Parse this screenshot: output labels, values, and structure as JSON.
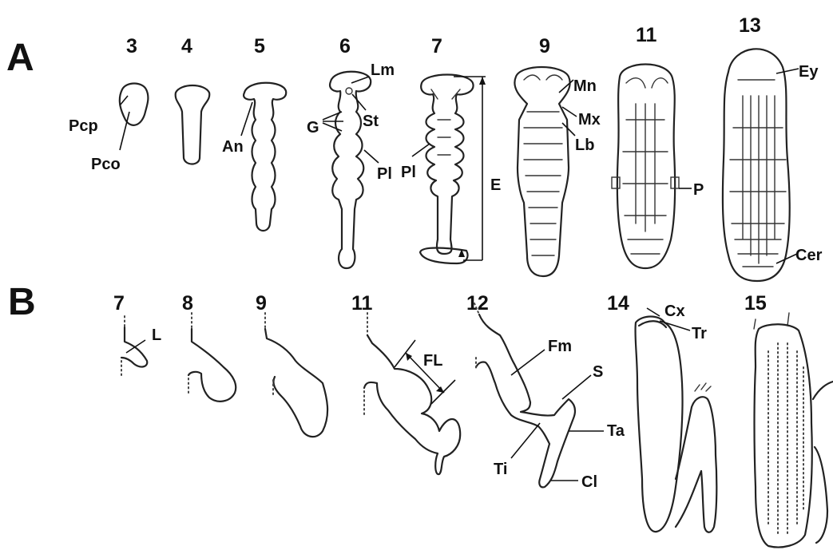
{
  "panels": {
    "A": {
      "label": "A",
      "stages": [
        "3",
        "4",
        "5",
        "6",
        "7",
        "9",
        "11",
        "13"
      ],
      "parts": {
        "pcp": "Pcp",
        "pco": "Pco",
        "an": "An",
        "g": "G",
        "lm": "Lm",
        "st": "St",
        "pl": "Pl",
        "e": "E",
        "mn": "Mn",
        "mx": "Mx",
        "lb": "Lb",
        "p": "P",
        "ey": "Ey",
        "cer": "Cer"
      }
    },
    "B": {
      "label": "B",
      "stages": [
        "7",
        "8",
        "9",
        "11",
        "12",
        "14",
        "15"
      ],
      "parts": {
        "l": "L",
        "fl": "FL",
        "fm": "Fm",
        "s": "S",
        "ta": "Ta",
        "ti": "Ti",
        "cl": "Cl",
        "cx": "Cx",
        "tr": "Tr"
      }
    }
  }
}
